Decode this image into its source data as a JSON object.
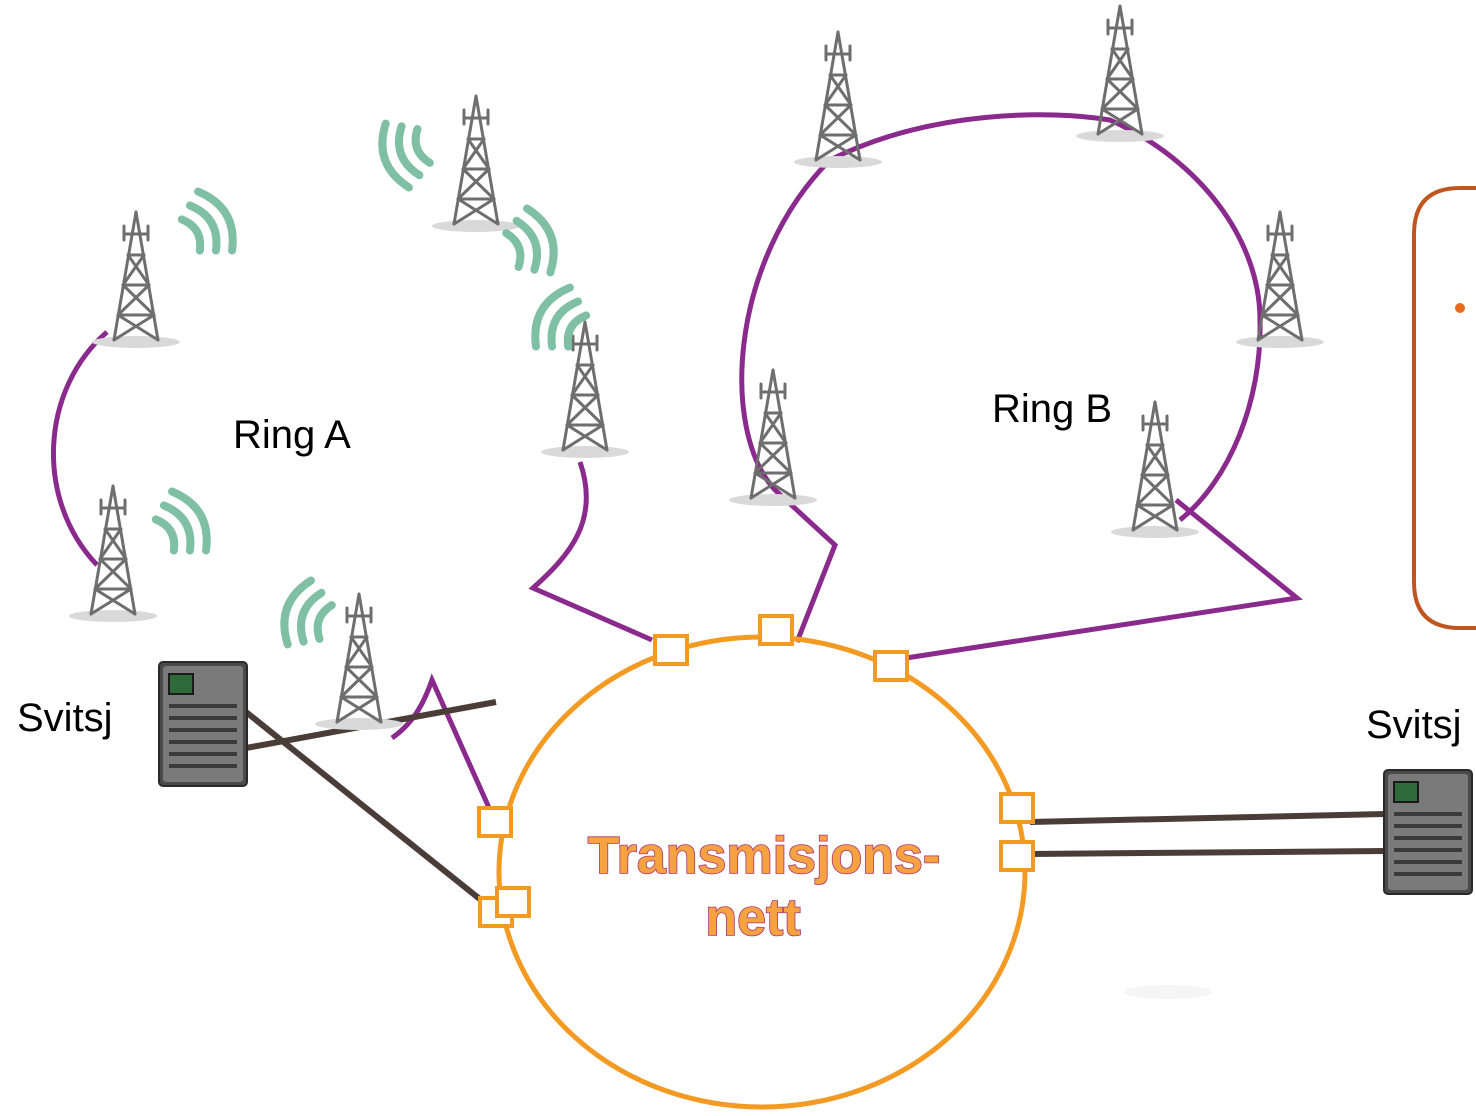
{
  "diagram": {
    "ring_a_label": "Ring A",
    "ring_b_label": "Ring B",
    "center_label_line1": "Transmisjons-",
    "center_label_line2": "nett",
    "switch_left_label": "Svitsj",
    "switch_right_label": "Svitsj",
    "colors": {
      "ring_link": "#8a2a8c",
      "transmission_ring": "#f39a23",
      "switch_link": "#4a3c36",
      "radio_wave": "#7fbfa4",
      "callout_border": "#c0561f",
      "bullet": "#e86a1e"
    },
    "icons": [
      "radio-tower-icon",
      "radio-wave-icon",
      "server-switch-icon",
      "port-node-icon"
    ]
  }
}
